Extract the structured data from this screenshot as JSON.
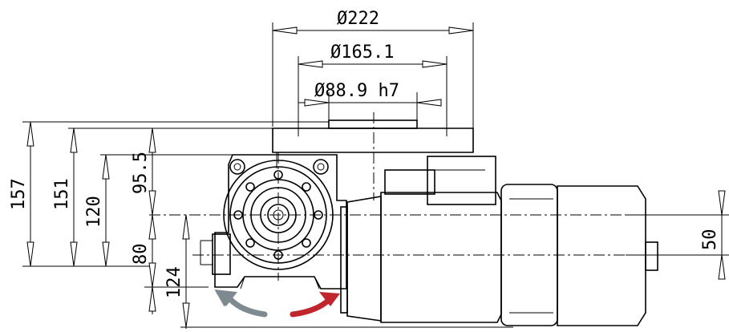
{
  "dimensions": {
    "dia_outer": "Ø222",
    "dia_bolt_circle": "Ø165.1",
    "dia_pilot": "Ø88.9 h7",
    "h_total": "157",
    "h_flange": "151",
    "h_shaft": "120",
    "h_upper": "95.5",
    "h_lower": "80",
    "h_base": "124",
    "offset": "50"
  },
  "arrows": {
    "ccw_color": "#7f8a90",
    "cw_color": "#c0272d"
  }
}
